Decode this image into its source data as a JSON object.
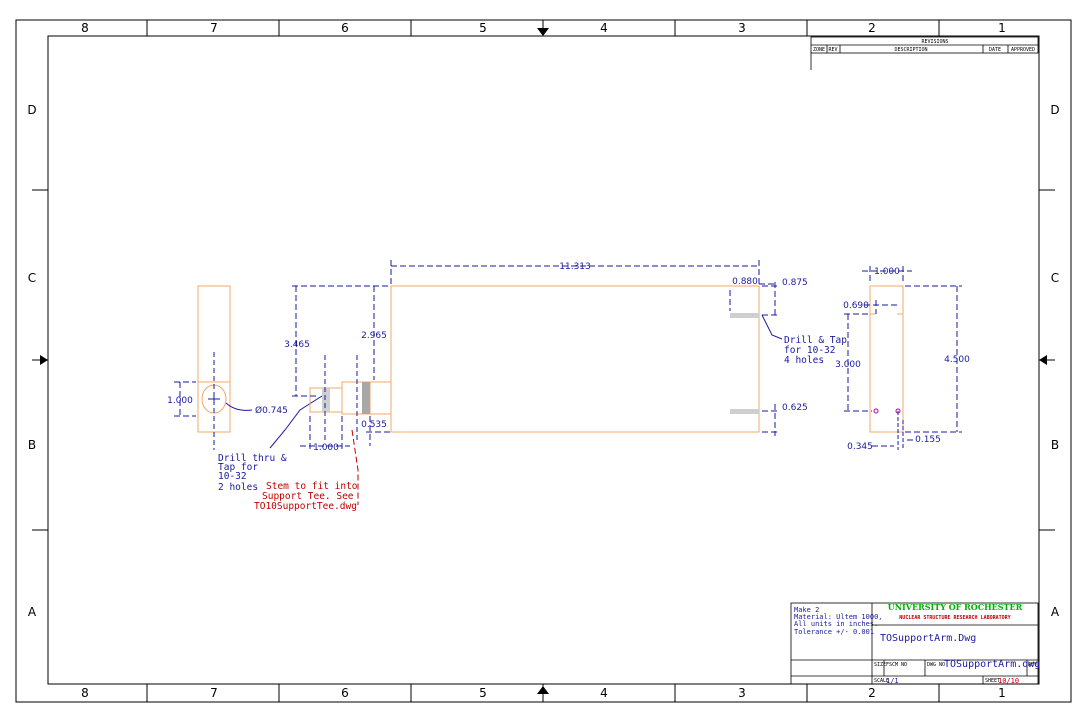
{
  "zones": {
    "top": [
      "8",
      "7",
      "6",
      "5",
      "4",
      "3",
      "2",
      "1"
    ],
    "bottom": [
      "8",
      "7",
      "6",
      "5",
      "4",
      "3",
      "2",
      "1"
    ],
    "left": [
      "D",
      "C",
      "B",
      "A"
    ],
    "right": [
      "D",
      "C",
      "B",
      "A"
    ]
  },
  "dimensions": {
    "d_1000_left": "1.000",
    "d_dia": "Ø0.745",
    "d_3465": "3.465",
    "d_2965": "2.965",
    "d_1000_mid": "1.000",
    "d_0535": "0.535",
    "d_11313": "11.313",
    "d_0880": "0.880",
    "d_0875": "0.875",
    "d_0625": "0.625",
    "d_1000_right": "1.000",
    "d_0690": "0.690",
    "d_3000": "3.000",
    "d_4500": "4.500",
    "d_0345": "0.345",
    "d_0155": "0.155"
  },
  "notes": {
    "drill_thru": [
      "Drill thru &",
      "Tap for",
      "10-32",
      "2 holes"
    ],
    "drill_tap": [
      "Drill & Tap",
      "for 10-32",
      "4 holes"
    ],
    "stem": [
      "Stem to fit into",
      "Support Tee. See",
      "TO10SupportTee.dwg"
    ]
  },
  "title_block": {
    "make_notes": [
      "Make 2",
      "Material: Ultem 1000,",
      "All units in inches.",
      "Tolerance +/- 0.001"
    ],
    "university": "UNIVERSITY OF ROCHESTER",
    "lab": "NUCLEAR STRUCTURE RESEARCH LABORATORY",
    "title": "TOSupportArm.Dwg",
    "dwg_no": "TOSupportArm.dwg",
    "scale": "1/1",
    "sheet": "10/10",
    "label_size": "SIZE",
    "label_fscm": "FSCM NO",
    "label_dwg": "DWG NO",
    "label_rev": "REV",
    "label_scale": "SCALE",
    "label_sheet": "SHEET"
  },
  "revisions": {
    "header": "REVISIONS",
    "cols": [
      "ZONE",
      "REV",
      "DESCRIPTION",
      "DATE",
      "APPROVED"
    ]
  }
}
